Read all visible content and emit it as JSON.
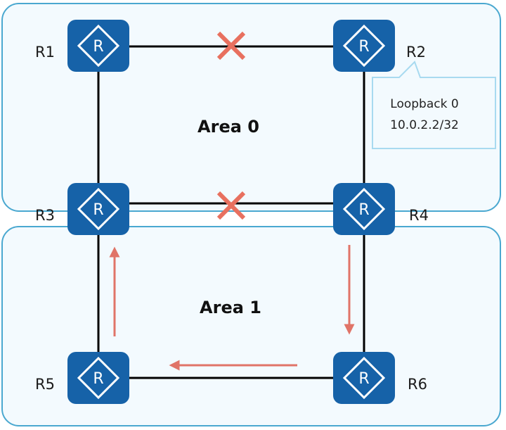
{
  "diagram": {
    "colors": {
      "area_fill": "#f3fafe",
      "area_border": "#4aa8d0",
      "router_fill": "#1662a8",
      "router_glyph": "#ffffff",
      "link": "#000000",
      "failure_mark": "#e8705f",
      "flow_arrow": "#e07468",
      "callout_border": "#a8daf0",
      "callout_fill": "#f3fafe"
    },
    "areas": [
      {
        "id": "area0",
        "label": "Area 0"
      },
      {
        "id": "area1",
        "label": "Area 1"
      }
    ],
    "routers": [
      {
        "id": "R1",
        "label": "R1",
        "icon": "router-icon",
        "glyph": "R"
      },
      {
        "id": "R2",
        "label": "R2",
        "icon": "router-icon",
        "glyph": "R"
      },
      {
        "id": "R3",
        "label": "R3",
        "icon": "router-icon",
        "glyph": "R"
      },
      {
        "id": "R4",
        "label": "R4",
        "icon": "router-icon",
        "glyph": "R"
      },
      {
        "id": "R5",
        "label": "R5",
        "icon": "router-icon",
        "glyph": "R"
      },
      {
        "id": "R6",
        "label": "R6",
        "icon": "router-icon",
        "glyph": "R"
      }
    ],
    "links": [
      {
        "from": "R1",
        "to": "R2",
        "status": "down",
        "marker": "x-mark-icon"
      },
      {
        "from": "R1",
        "to": "R3",
        "status": "up"
      },
      {
        "from": "R2",
        "to": "R4",
        "status": "up"
      },
      {
        "from": "R3",
        "to": "R4",
        "status": "down",
        "marker": "x-mark-icon"
      },
      {
        "from": "R3",
        "to": "R5",
        "status": "up"
      },
      {
        "from": "R4",
        "to": "R6",
        "status": "up"
      },
      {
        "from": "R5",
        "to": "R6",
        "status": "up"
      }
    ],
    "flow_path": [
      "R4",
      "R6",
      "R5",
      "R3"
    ],
    "callout": {
      "attached_to": "R2",
      "line1": "Loopback 0",
      "line2": "10.0.2.2/32"
    }
  }
}
